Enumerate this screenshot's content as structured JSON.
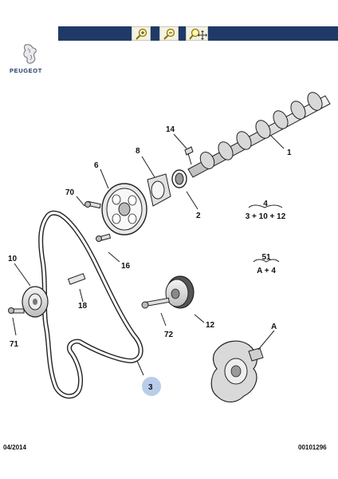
{
  "header": {
    "brand": "PEUGEOT",
    "tools": [
      {
        "name": "zoom-in",
        "symbol": "+"
      },
      {
        "name": "zoom-out",
        "symbol": "−"
      },
      {
        "name": "zoom-move",
        "symbol": "✥"
      }
    ],
    "bar_color": "#1f3a66"
  },
  "callouts": {
    "c1": "1",
    "c2": "2",
    "c3": "3",
    "c6": "6",
    "c8": "8",
    "c10": "10",
    "c12": "12",
    "c14": "14",
    "c16": "16",
    "c18": "18",
    "c70": "70",
    "c71": "71",
    "c72": "72",
    "cA": "A"
  },
  "kits": [
    {
      "ref": "4",
      "formula": "3 + 10 + 12"
    },
    {
      "ref": "51",
      "formula": "A + 4"
    }
  ],
  "footer": {
    "date": "04/2014",
    "code": "00101296"
  },
  "highlight_color": "#b9cdea"
}
